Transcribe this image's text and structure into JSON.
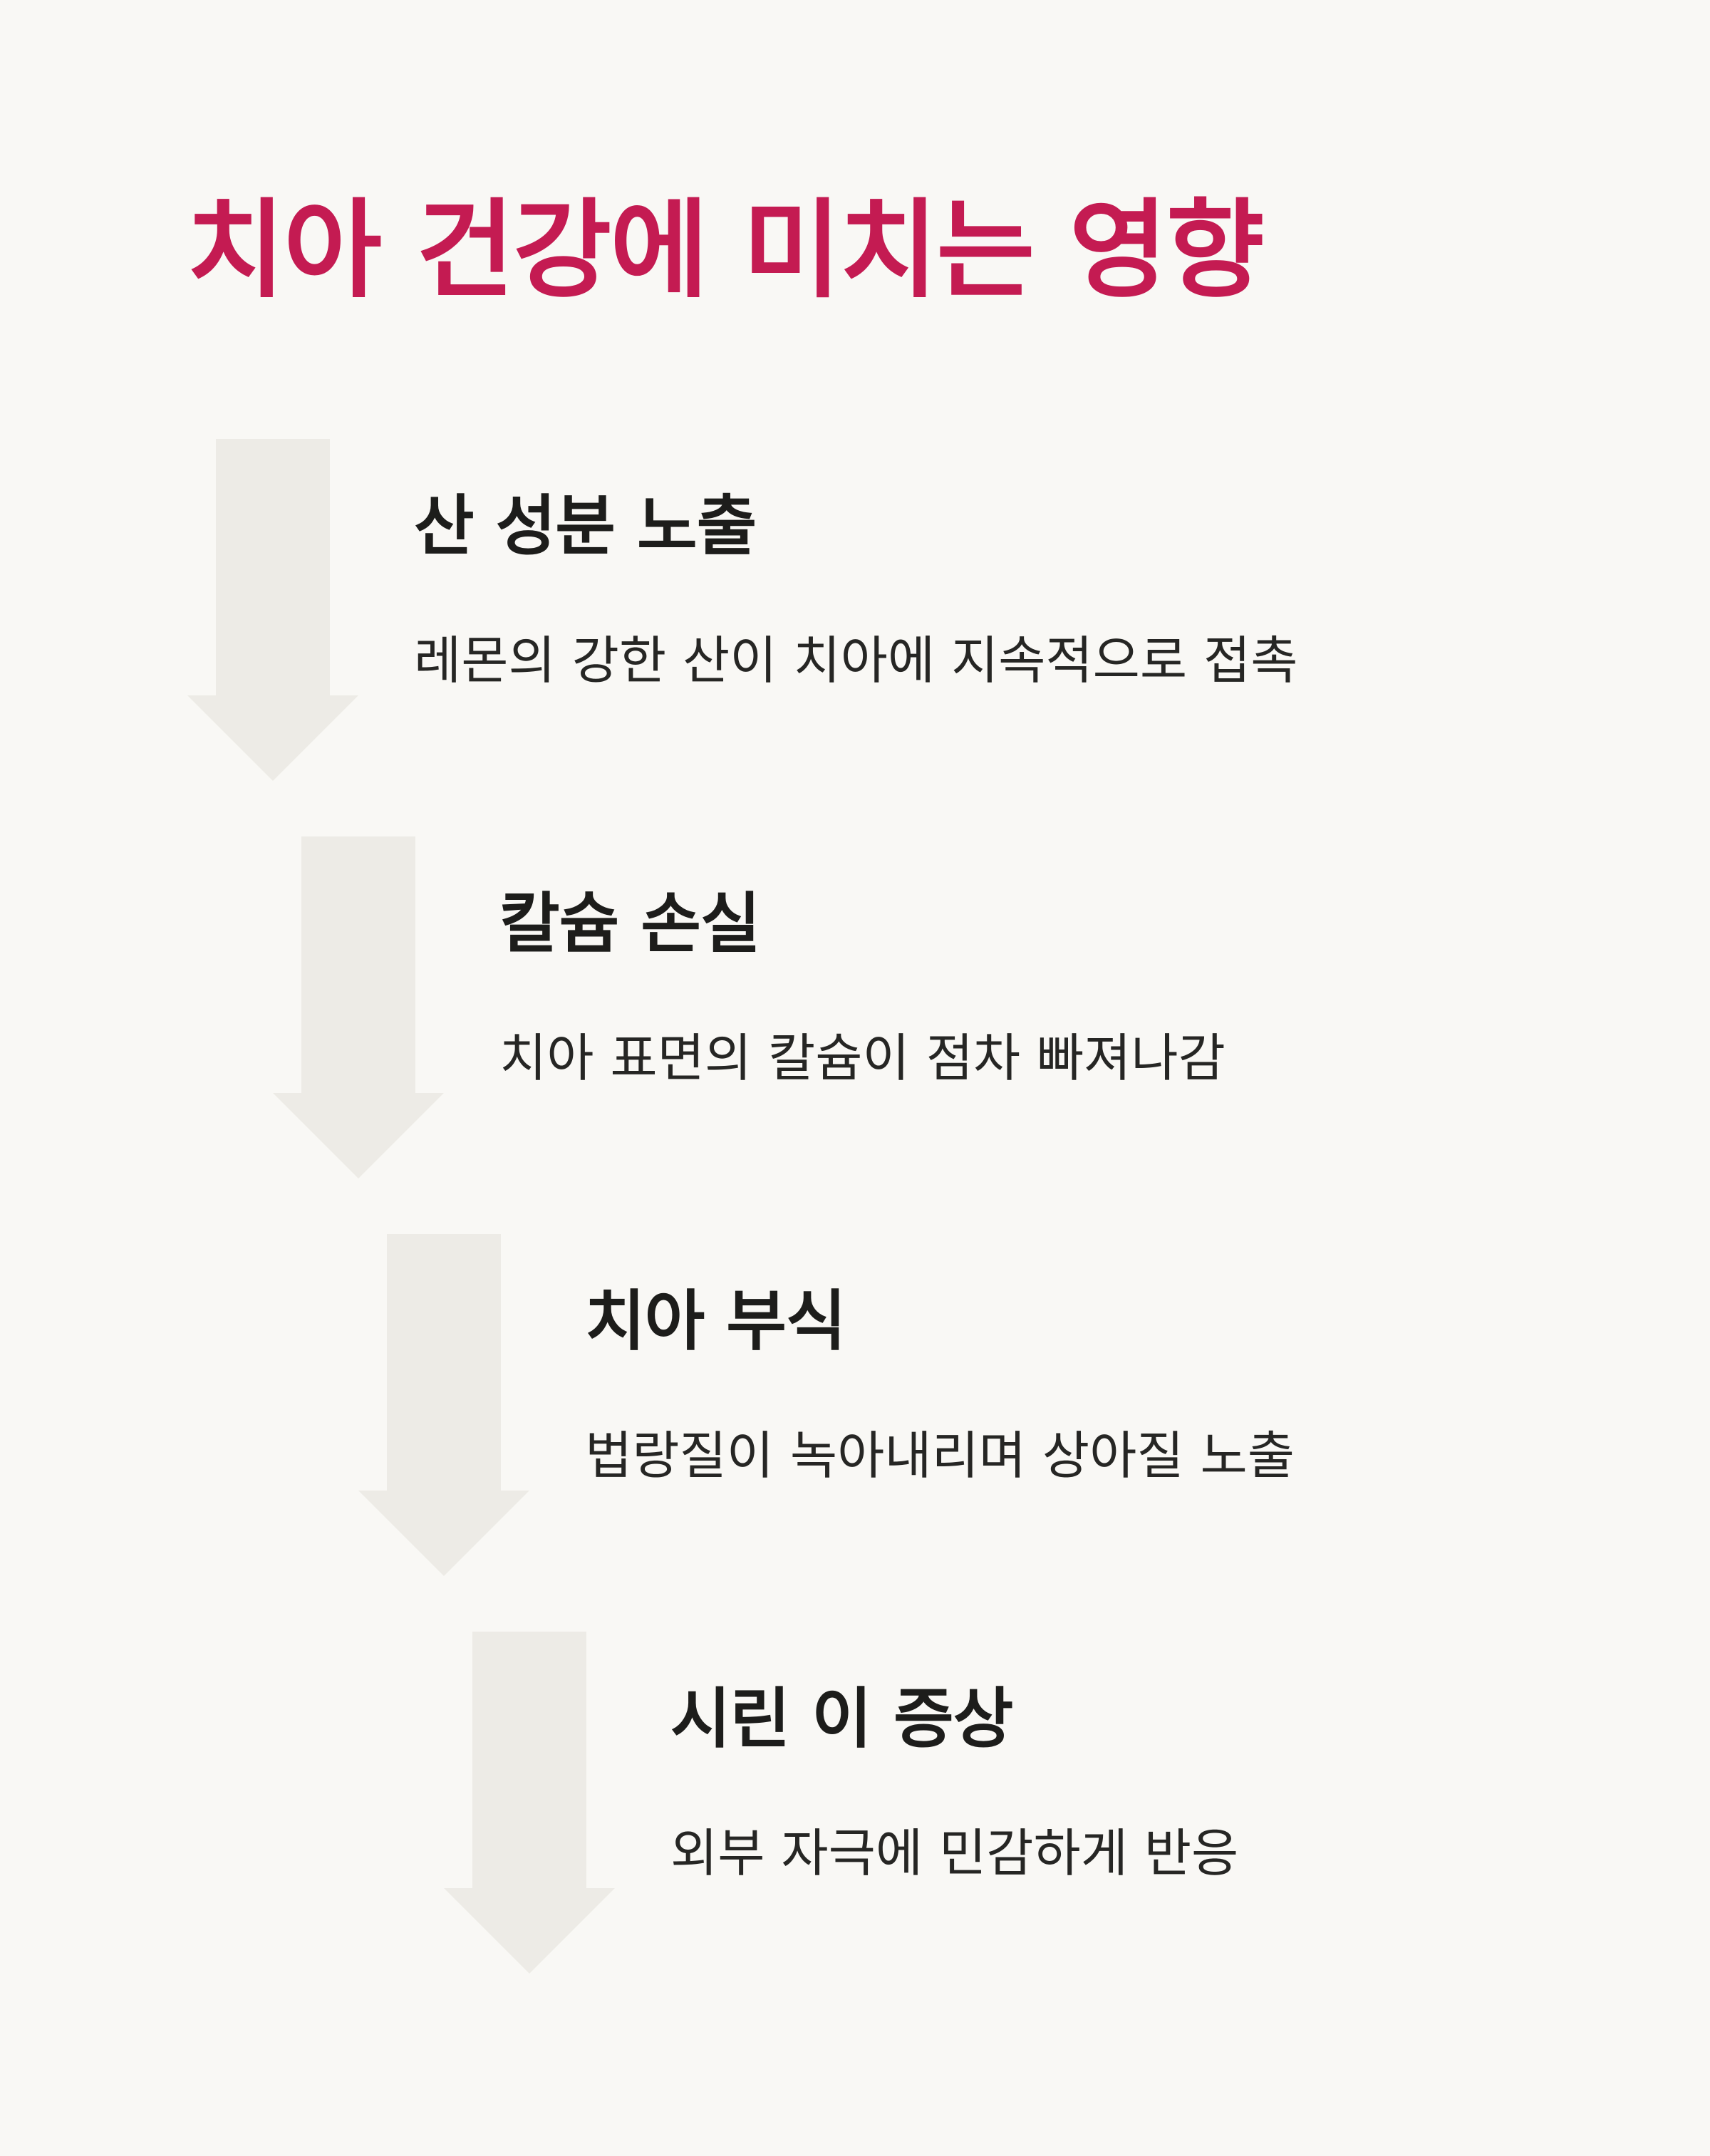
{
  "title": "치아 건강에 미치는 영향",
  "colors": {
    "title": "#c41b52",
    "background": "#f9f8f5",
    "arrow": "#edebe6",
    "heading": "#1d1d1b",
    "text": "#262624"
  },
  "steps": [
    {
      "heading": "산 성분 노출",
      "description": "레몬의 강한 산이 치아에 지속적으로 접촉",
      "icon": "down-arrow-icon"
    },
    {
      "heading": "칼슘 손실",
      "description": "치아 표면의 칼슘이 점차 빠져나감",
      "icon": "down-arrow-icon"
    },
    {
      "heading": "치아 부식",
      "description": "법랑질이 녹아내리며 상아질 노출",
      "icon": "down-arrow-icon"
    },
    {
      "heading": "시린 이 증상",
      "description": "외부 자극에 민감하게 반응",
      "icon": "down-arrow-icon"
    }
  ]
}
